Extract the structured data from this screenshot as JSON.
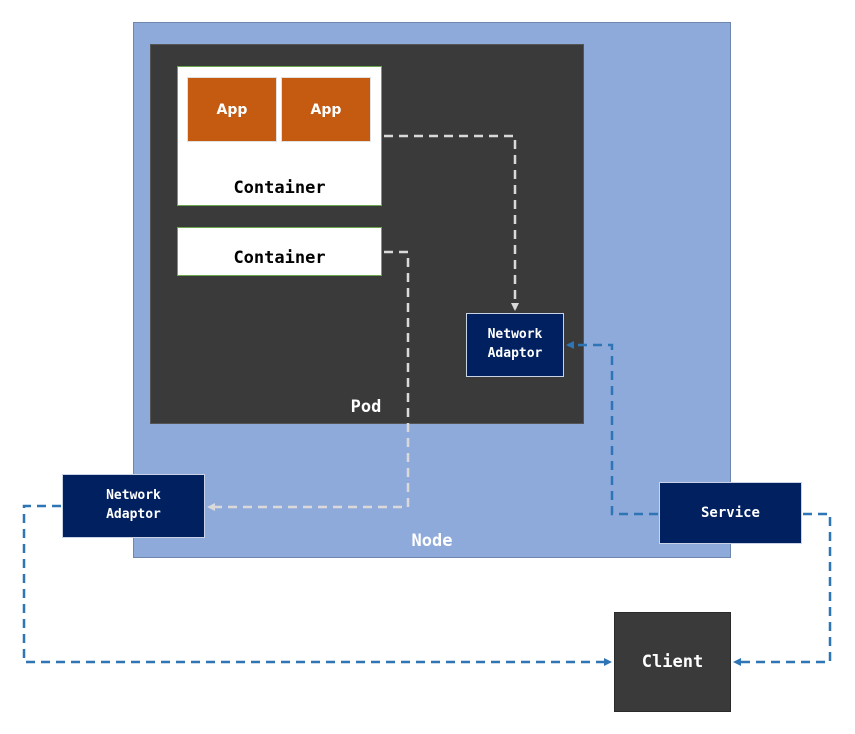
{
  "node": {
    "label": "Node",
    "color": "#8eaadb"
  },
  "pod": {
    "label": "Pod",
    "color": "#3a3a3a"
  },
  "containers": [
    {
      "label": "Container",
      "apps": [
        "App",
        "App"
      ]
    },
    {
      "label": "Container"
    }
  ],
  "pod_network_adaptor": {
    "label_line1": "Network",
    "label_line2": "Adaptor"
  },
  "node_network_adaptor": {
    "label_line1": "Network",
    "label_line2": "Adaptor"
  },
  "service": {
    "label": "Service"
  },
  "client": {
    "label": "Client"
  },
  "colors": {
    "app": "#c55a11",
    "navy": "#002060",
    "internal_link": "#d9d9d9",
    "external_link": "#2e75b6"
  }
}
